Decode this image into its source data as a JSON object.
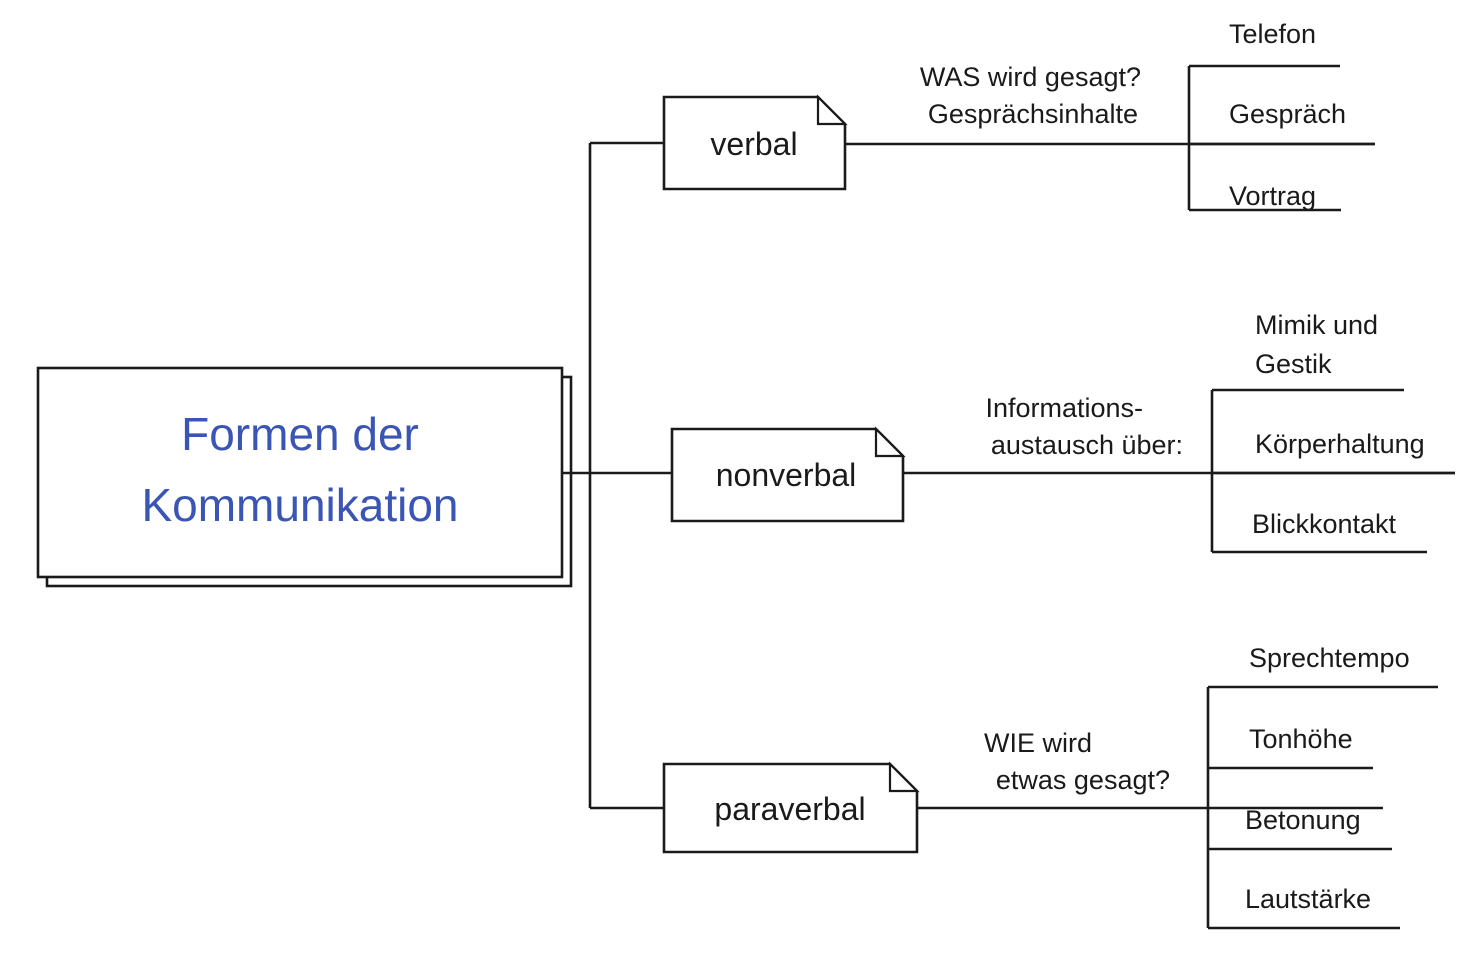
{
  "diagram": {
    "title": "Formen der Kommunikation",
    "type": "mind-map",
    "accent_color": "#3b55b4",
    "line_color": "#1a1a1a",
    "background_color": "#ffffff",
    "root": {
      "label_line1": "Formen der",
      "label_line2": "Kommunikation",
      "shape": "stacked-rectangle"
    },
    "branches": [
      {
        "id": "verbal",
        "node_label": "verbal",
        "node_shape": "document-folded-corner",
        "edge_label_line1": "WAS wird gesagt?",
        "edge_label_line2": "Gesprächsinhalte",
        "leaves": [
          {
            "label_line1": "Telefon",
            "label_line2": ""
          },
          {
            "label_line1": "Gespräch",
            "label_line2": ""
          },
          {
            "label_line1": "Vortrag",
            "label_line2": ""
          }
        ]
      },
      {
        "id": "nonverbal",
        "node_label": "nonverbal",
        "node_shape": "document-folded-corner",
        "edge_label_line1": "Informations-",
        "edge_label_line2": "austausch über:",
        "leaves": [
          {
            "label_line1": "Mimik und",
            "label_line2": "Gestik"
          },
          {
            "label_line1": "Körperhaltung",
            "label_line2": ""
          },
          {
            "label_line1": "Blickkontakt",
            "label_line2": ""
          }
        ]
      },
      {
        "id": "paraverbal",
        "node_label": "paraverbal",
        "node_shape": "document-folded-corner",
        "edge_label_line1": "WIE wird",
        "edge_label_line2": "etwas gesagt?",
        "leaves": [
          {
            "label_line1": "Sprechtempo",
            "label_line2": ""
          },
          {
            "label_line1": "Tonhöhe",
            "label_line2": ""
          },
          {
            "label_line1": "Betonung",
            "label_line2": ""
          },
          {
            "label_line1": "Lautstärke",
            "label_line2": ""
          }
        ]
      }
    ]
  }
}
